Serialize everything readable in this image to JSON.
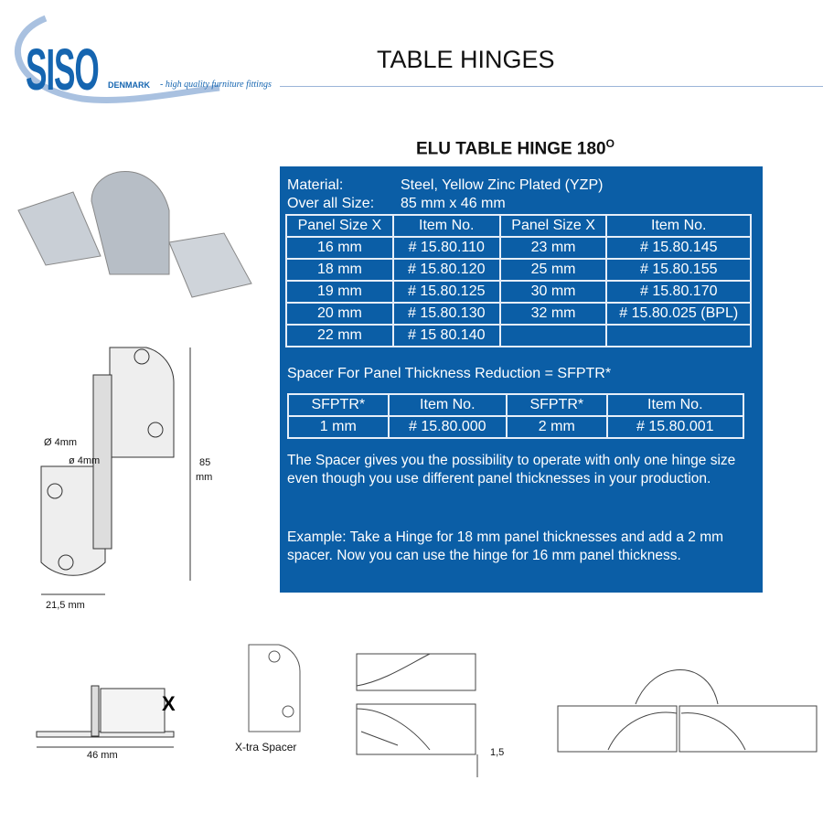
{
  "logo": {
    "brand": "SISO",
    "country": "DENMARK",
    "tagline": "- high quality furniture fittings"
  },
  "header": {
    "title": "TABLE HINGES"
  },
  "product": {
    "title": "ELU TABLE HINGE 180",
    "degree_sup": "O"
  },
  "specs": {
    "material_label": "Material:",
    "material_value": "Steel, Yellow Zinc Plated (YZP)",
    "size_label": "Over all Size:",
    "size_value": "85 mm x 46 mm"
  },
  "hinge_table": {
    "headers": [
      "Panel Size X",
      "Item No.",
      "Panel Size X",
      "Item No."
    ],
    "rows": [
      [
        "16 mm",
        "# 15.80.110",
        "23 mm",
        "# 15.80.145"
      ],
      [
        "18 mm",
        "# 15.80.120",
        "25 mm",
        "# 15.80.155"
      ],
      [
        "19 mm",
        "# 15.80.125",
        "30 mm",
        "# 15.80.170"
      ],
      [
        "20 mm",
        "# 15.80.130",
        "32 mm",
        "# 15.80.025 (BPL)"
      ],
      [
        "22 mm",
        "# 15 80.140",
        "",
        ""
      ]
    ]
  },
  "spacer_heading": "Spacer For Panel Thickness Reduction = SFPTR*",
  "spacer_table": {
    "headers": [
      "SFPTR*",
      "Item No.",
      "SFPTR*",
      "Item No."
    ],
    "rows": [
      [
        "1 mm",
        "# 15.80.000",
        "2 mm",
        "# 15.80.001"
      ]
    ]
  },
  "description": "The Spacer gives you the possibility to operate with only one hinge size even though you use different panel thicknesses in your production.",
  "example": "Example: Take a Hinge for 18 mm panel thicknesses and add a 2 mm spacer. Now you can use the hinge for 16 mm panel thickness.",
  "drawing": {
    "hole1": "Ø 4mm",
    "hole2": "ø 4mm",
    "height": "85",
    "height_unit": "mm",
    "width": "21,5 mm",
    "depth": "46 mm",
    "panel_x": "X",
    "spacer": "X-tra Spacer",
    "offset": "1,5"
  }
}
